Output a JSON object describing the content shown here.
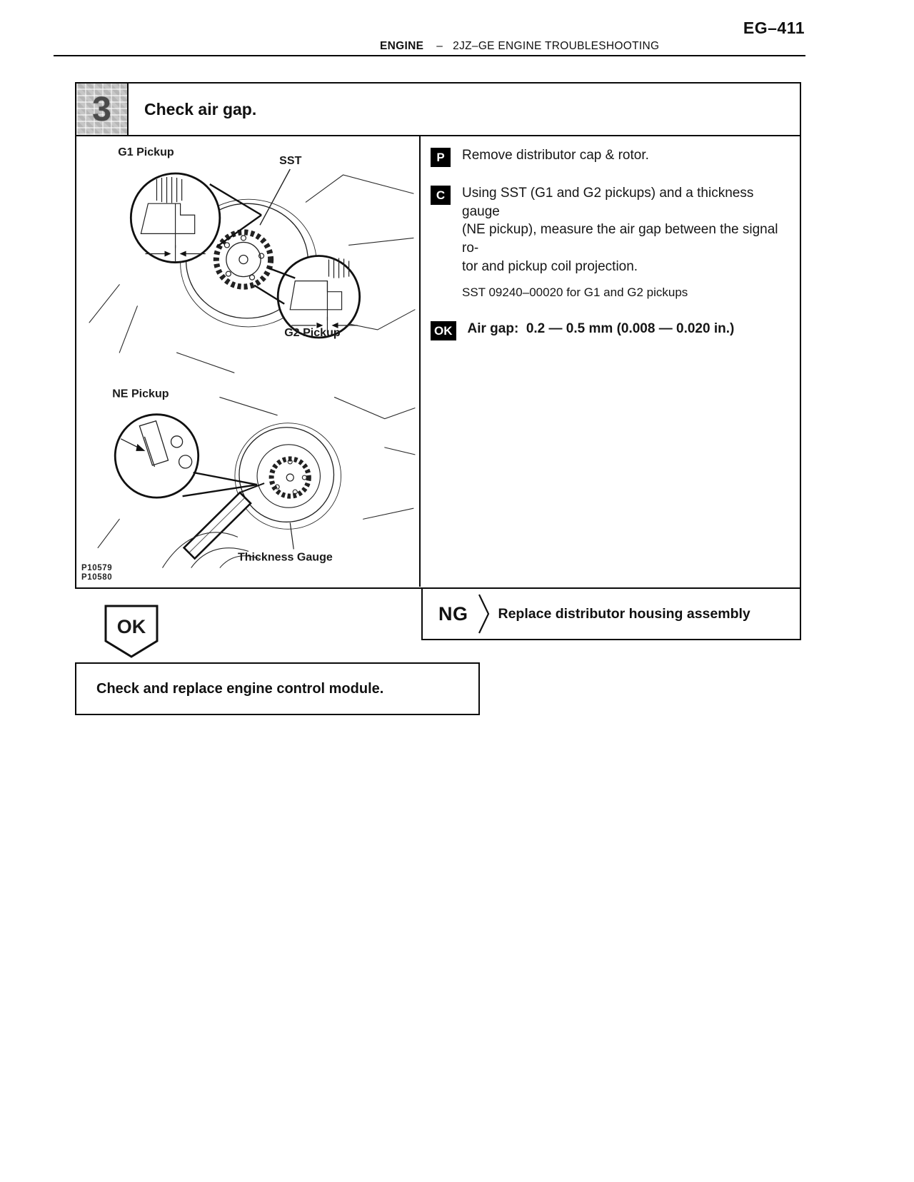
{
  "colors": {
    "ink": "#111111",
    "badge_bg": "#000000",
    "badge_fg": "#ffffff",
    "step_bg": "#c6c6c6",
    "step_numeral": "#4a4a4a"
  },
  "header": {
    "page_code": "EG–411",
    "section": "ENGINE",
    "dash": "–",
    "title": "2JZ–GE ENGINE TROUBLESHOOTING"
  },
  "step": {
    "number": "3",
    "title": "Check air gap."
  },
  "figure": {
    "g1_label": "G1 Pickup",
    "sst_label": "SST",
    "g2_label": "G2 Pickup",
    "ne_label": "NE Pickup",
    "gauge_label": "Thickness Gauge",
    "code1": "P10579",
    "code2": "P10580"
  },
  "instructions": {
    "prep_badge": "P",
    "prep_text": "Remove distributor cap & rotor.",
    "check_badge": "C",
    "check_line1": "Using SST (G1 and G2 pickups) and a thickness gauge",
    "check_line2": "(NE pickup), measure the air gap between the signal ro-",
    "check_line3": "tor and pickup coil projection.",
    "sst_note": "SST 09240–00020 for G1 and G2 pickups",
    "ok_badge": "OK",
    "ok_spec": "Air gap:  0.2 — 0.5 mm (0.008 — 0.020 in.)"
  },
  "ng": {
    "label": "NG",
    "action": "Replace distributor housing assembly"
  },
  "ok_marker": {
    "label": "OK"
  },
  "next_step": {
    "text": "Check and replace engine control module."
  }
}
